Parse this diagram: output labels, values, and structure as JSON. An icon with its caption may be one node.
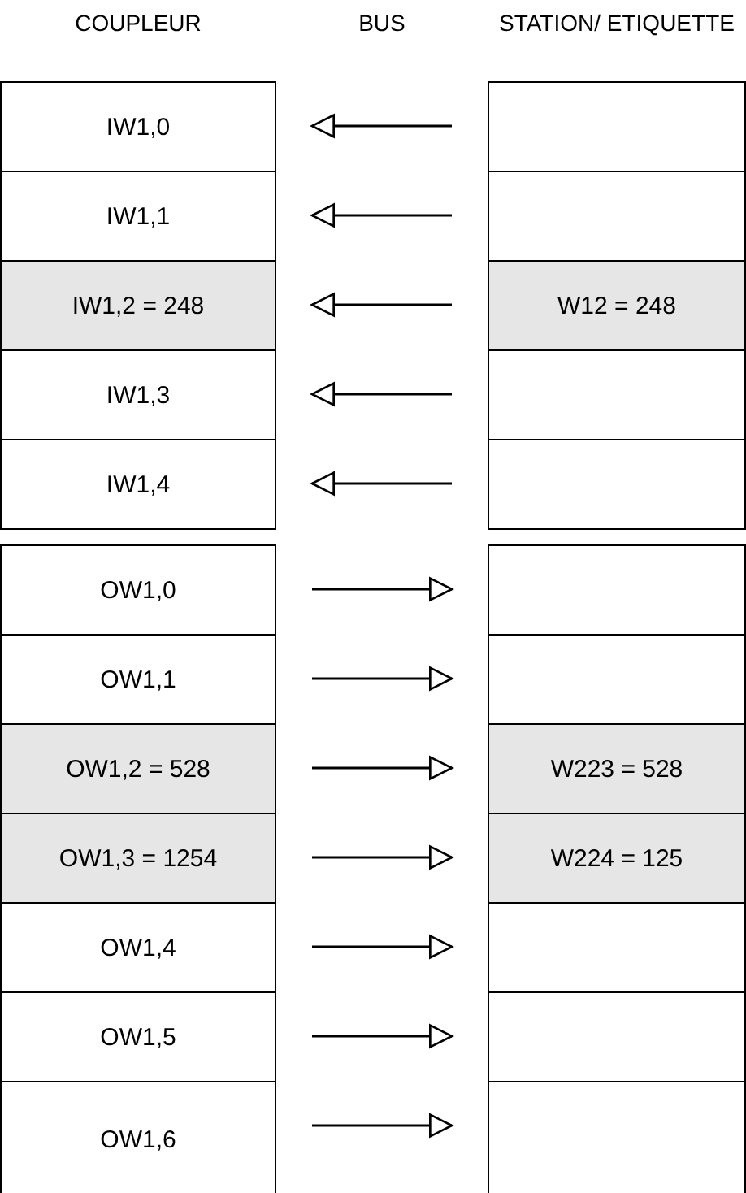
{
  "diagram": {
    "nodes": [
      {
        "text": [
          "IW1,0"
        ]
      },
      {
        "text": [],
        "shape": "box"
      },
      {
        "text": [
          "IW1,1"
        ]
      },
      {
        "text": [],
        "shape": "box"
      },
      {
        "text": [
          "IW1,2 = 248"
        ]
      },
      {
        "text": [
          "W12 = 248"
        ]
      },
      {
        "text": [
          "IW1,3"
        ]
      },
      {
        "text": [],
        "shape": "box"
      },
      {
        "text": [
          "IW1,4"
        ]
      },
      {
        "text": [],
        "shape": "box"
      },
      {
        "text": [
          "OW1,0"
        ]
      },
      {
        "text": [],
        "shape": "box"
      },
      {
        "text": [
          "OW1,1"
        ]
      },
      {
        "text": [],
        "shape": "box"
      },
      {
        "text": [
          "OW1,2 = 528"
        ]
      },
      {
        "text": [
          "W223 = 528"
        ]
      },
      {
        "text": [
          "OW1,3 = 1254"
        ]
      },
      {
        "text": [
          "W224 = 125"
        ]
      },
      {
        "text": [
          "OW1,4"
        ]
      },
      {
        "text": [],
        "shape": "box"
      },
      {
        "text": [
          "OW1,5"
        ]
      },
      {
        "text": [],
        "shape": "box"
      },
      {
        "text": [
          "OW1,6"
        ]
      },
      {
        "text": [],
        "shape": "box"
      }
    ],
    "edges": [
      {
        "from": 1,
        "to": 0,
        "arrow": "to"
      },
      {
        "from": 3,
        "to": 2,
        "arrow": "to"
      },
      {
        "from": 5,
        "to": 4,
        "arrow": "to"
      },
      {
        "from": 7,
        "to": 6,
        "arrow": "to"
      },
      {
        "from": 9,
        "to": 8,
        "arrow": "to"
      },
      {
        "from": 10,
        "to": 11,
        "arrow": "to"
      },
      {
        "from": 12,
        "to": 13,
        "arrow": "to"
      },
      {
        "from": 14,
        "to": 15,
        "arrow": "to"
      },
      {
        "from": 16,
        "to": 17,
        "arrow": "to"
      },
      {
        "from": 18,
        "to": 19,
        "arrow": "to"
      },
      {
        "from": 20,
        "to": 21,
        "arrow": "to"
      },
      {
        "from": 22,
        "to": 23,
        "arrow": "to"
      }
    ],
    "labels": [
      "COUPLEUR",
      "BUS",
      "STATION/ ETIQUETTE"
    ]
  }
}
